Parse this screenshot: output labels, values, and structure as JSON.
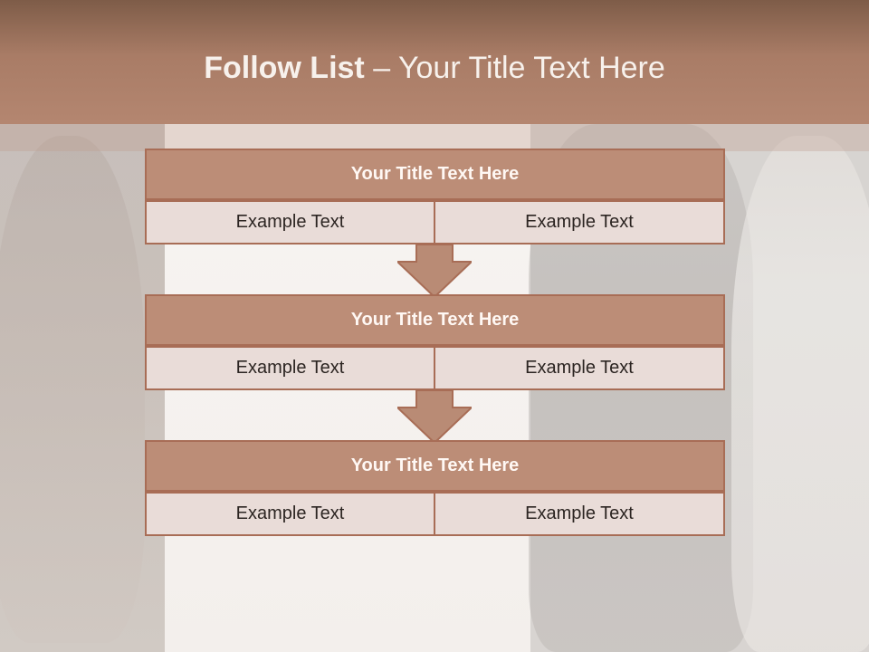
{
  "slide": {
    "title_bold": "Follow List",
    "title_rest": " – Your Title Text Here"
  },
  "colors": {
    "banner": "#a97c66",
    "header_fill": "#bc8d77",
    "header_border": "#a86d56",
    "cell_fill": "#e9dcd8",
    "text_dark": "#2c2522",
    "text_light": "#fff8f4"
  },
  "rows": [
    {
      "title": "Your Title Text Here",
      "left_text": "Example Text",
      "right_text": "Example Text"
    },
    {
      "title": "Your Title Text Here",
      "left_text": "Example Text",
      "right_text": "Example Text"
    },
    {
      "title": "Your Title Text Here",
      "left_text": "Example Text",
      "right_text": "Example Text"
    }
  ],
  "arrows": [
    {
      "icon": "down-arrow-icon"
    },
    {
      "icon": "down-arrow-icon"
    }
  ]
}
